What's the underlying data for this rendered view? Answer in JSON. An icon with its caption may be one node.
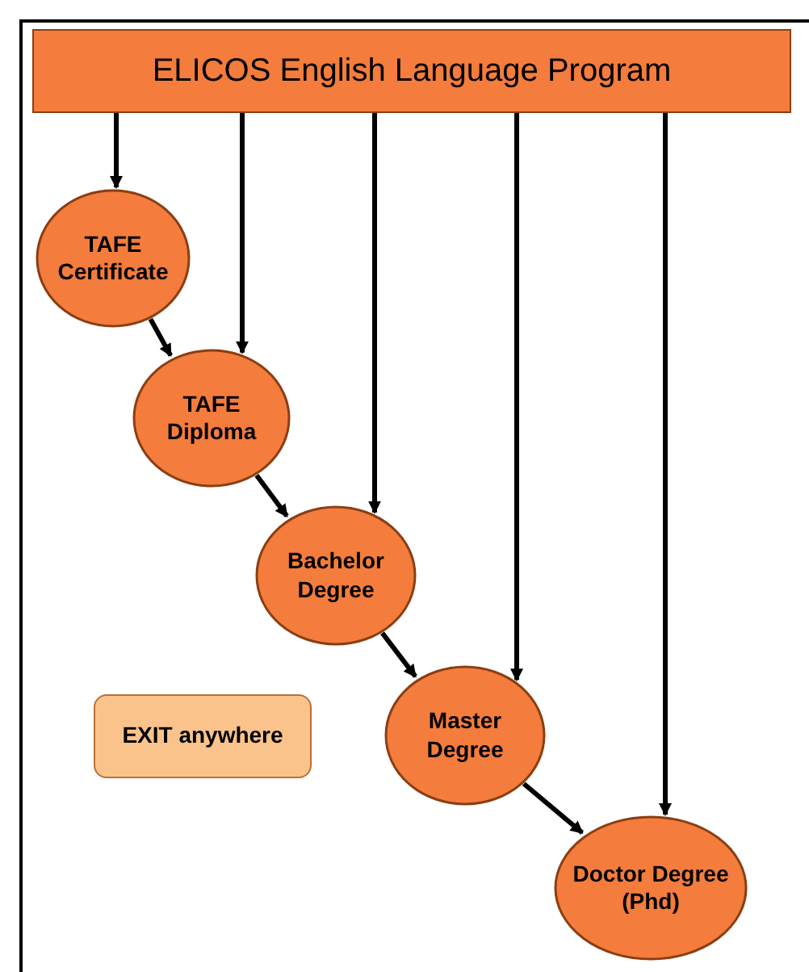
{
  "diagram": {
    "nodes": [
      {
        "text": [
          "ELICOS English Language Program"
        ]
      },
      {
        "text": [
          "TAFE Certificate"
        ]
      },
      {
        "text": [
          "TAFE Diploma"
        ]
      },
      {
        "text": [
          "Bachelor Degree"
        ]
      },
      {
        "text": [
          "Master Degree"
        ]
      },
      {
        "text": [
          "Doctor Degree (Phd)"
        ]
      },
      {
        "text": [
          "EXIT anywhere"
        ]
      }
    ],
    "edges": [
      {
        "from": 0,
        "to": 1,
        "arrow": "to"
      },
      {
        "from": 0,
        "to": 2,
        "arrow": "to"
      },
      {
        "from": 0,
        "to": 3,
        "arrow": "to"
      },
      {
        "from": 0,
        "to": 4,
        "arrow": "to"
      },
      {
        "from": 0,
        "to": 5,
        "arrow": "to"
      },
      {
        "from": 1,
        "to": 2,
        "arrow": "to"
      },
      {
        "from": 2,
        "to": 3,
        "arrow": "to"
      },
      {
        "from": 3,
        "to": 4,
        "arrow": "to"
      },
      {
        "from": 4,
        "to": 5,
        "arrow": "to"
      }
    ]
  }
}
